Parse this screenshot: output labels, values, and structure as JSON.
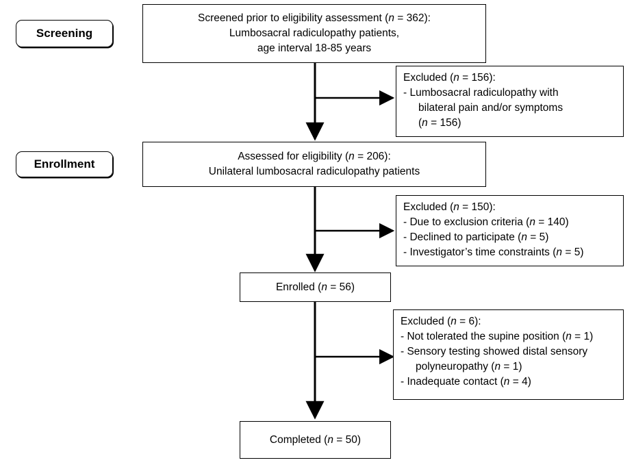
{
  "stages": {
    "screening": "Screening",
    "enrollment": "Enrollment"
  },
  "n_symbol": "n",
  "screened": {
    "l1_pre": "Screened prior to eligibility assessment (",
    "l1_post": " = 362):",
    "l2": "Lumbosacral radiculopathy patients,",
    "l3": "age interval 18-85 years"
  },
  "excluded1": {
    "l1_pre": "Excluded (",
    "l1_post": " = 156):",
    "l2": "- Lumbosacral radiculopathy with",
    "l3": "bilateral pain and/or symptoms",
    "l4_pre": "(",
    "l4_post": " = 156)"
  },
  "assessed": {
    "l1_pre": "Assessed for eligibility (",
    "l1_post": " = 206):",
    "l2": "Unilateral lumbosacral radiculopathy patients"
  },
  "excluded2": {
    "l1_pre": "Excluded (",
    "l1_post": " = 150):",
    "l2_pre": "- Due to exclusion criteria (",
    "l2_post": " = 140)",
    "l3_pre": "- Declined to participate (",
    "l3_post": " = 5)",
    "l4_pre": "- Investigator’s time constraints (",
    "l4_post": " = 5)"
  },
  "enrolled": {
    "pre": "Enrolled (",
    "post": " = 56)"
  },
  "excluded3": {
    "l1_pre": "Excluded (",
    "l1_post": " = 6):",
    "l2_pre": "- Not tolerated the supine position (",
    "l2_post": " = 1)",
    "l3": "- Sensory testing showed distal sensory",
    "l4_pre": "polyneuropathy (",
    "l4_post": " = 1)",
    "l5_pre": "- Inadequate contact (",
    "l5_post": " = 4)"
  },
  "completed": {
    "pre": "Completed (",
    "post": " = 50)"
  }
}
